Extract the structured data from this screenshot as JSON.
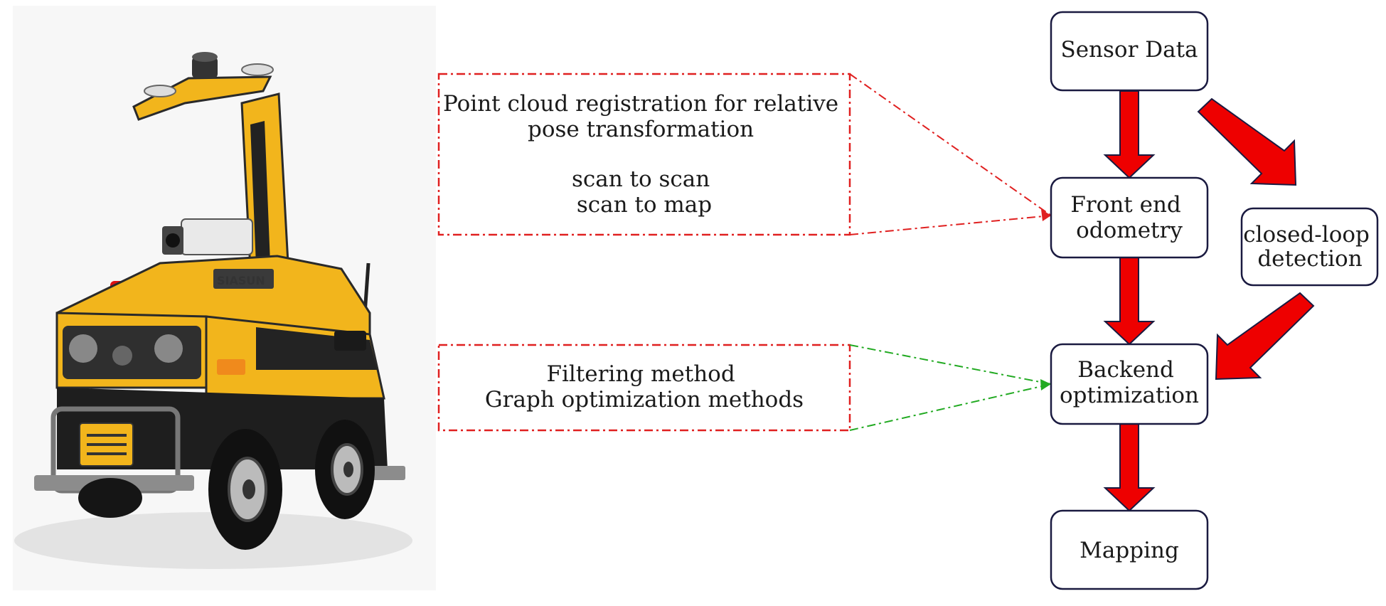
{
  "nodes": {
    "sensor": "Sensor Data",
    "frontend": [
      "Front end",
      "odometry"
    ],
    "loop": [
      "closed-loop",
      "detection"
    ],
    "backend": [
      "Backend",
      "optimization"
    ],
    "mapping": "Mapping"
  },
  "notes": {
    "registration": {
      "lines": [
        "Point cloud registration for relative",
        "pose transformation",
        "",
        "scan to scan",
        "scan to map"
      ]
    },
    "optimization": {
      "lines": [
        "Filtering method",
        "Graph optimization methods"
      ]
    }
  },
  "robot": {
    "brand": "SIASUN"
  },
  "colors": {
    "arrow_fill": "#ee0000",
    "arrow_stroke": "#1a1a40",
    "node_border": "#1a1a40",
    "note_border": "#e02020",
    "dash_red": "#e02020",
    "dash_green": "#22aa22",
    "robot_yellow": "#f2b51c",
    "robot_dark": "#222222"
  }
}
